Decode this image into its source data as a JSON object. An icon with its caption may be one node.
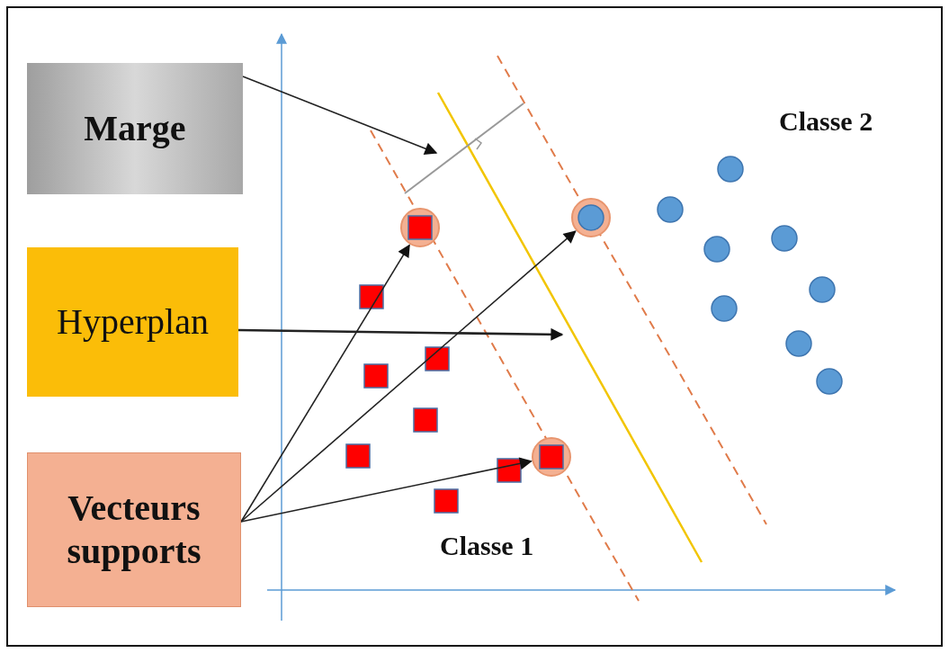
{
  "diagram": {
    "nodes": [
      {
        "text": [
          "Marge"
        ]
      },
      {
        "text": [
          "Hyperplan"
        ]
      },
      {
        "text": [
          "Vecteurs supports"
        ]
      },
      {
        "text": [],
        "shape": "bar"
      },
      {
        "text": [],
        "shape": "circle"
      },
      {
        "text": [],
        "shape": "circle"
      },
      {
        "text": [],
        "shape": "circle"
      }
    ],
    "edges": [
      {
        "from": 0,
        "to": 3,
        "arrow": "to"
      },
      {
        "from": 1,
        "to": null,
        "arrow": "to"
      },
      {
        "from": 2,
        "to": 4,
        "arrow": "to"
      },
      {
        "from": 2,
        "to": 5,
        "arrow": "to"
      },
      {
        "from": 2,
        "to": 6,
        "arrow": "to"
      }
    ],
    "labels": [
      "Classe 2",
      "Classe 1"
    ]
  }
}
